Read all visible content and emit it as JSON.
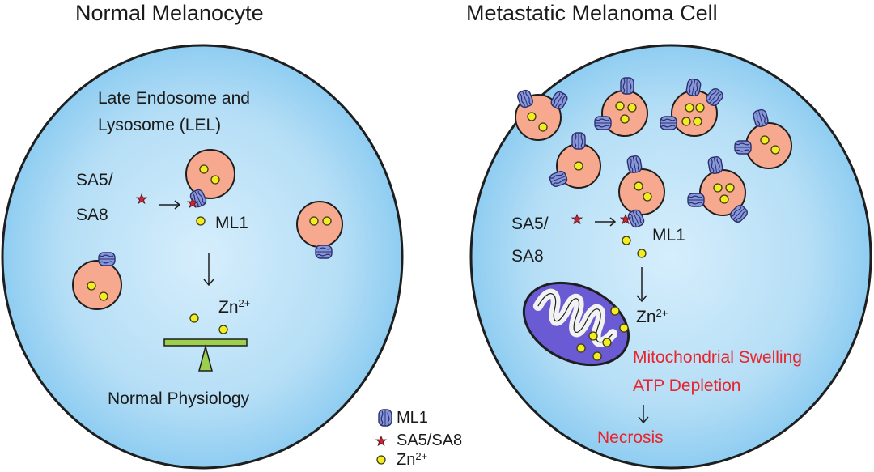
{
  "panels": {
    "normal": {
      "title": "Normal Melanocyte",
      "lel_line1": "Late Endosome and",
      "lel_line2": "Lysosome (LEL)",
      "agonist_line1": "SA5/",
      "agonist_line2": "SA8",
      "channel_label": "ML1",
      "ion_label": "Zn",
      "ion_charge": "2+",
      "outcome": "Normal Physiology"
    },
    "metastatic": {
      "title": "Metastatic Melanoma Cell",
      "agonist_line1": "SA5/",
      "agonist_line2": "SA8",
      "channel_label": "ML1",
      "ion_label": "Zn",
      "ion_charge": "2+",
      "effect_line1": "Mitochondrial Swelling",
      "effect_line2": "ATP Depletion",
      "outcome": "Necrosis"
    }
  },
  "legend": {
    "items": [
      {
        "icon": "ml1-channel-icon",
        "label": "ML1"
      },
      {
        "icon": "sa-agonist-star-icon",
        "label": "SA5/SA8"
      },
      {
        "icon": "zinc-ion-dot-icon",
        "label": "Zn",
        "charge": "2+"
      }
    ]
  },
  "colors": {
    "cell_fill": "#a9d9f5",
    "cell_edge": "#1e1e1e",
    "lysosome_fill": "#f7a98f",
    "channel_blue": "#7e8fd6",
    "zinc_yellow": "#f4ec22",
    "agonist_red": "#c0283a",
    "mito_purple": "#6a5ad4",
    "balance_green": "#9dcf4e",
    "alert_red": "#e8242c"
  }
}
